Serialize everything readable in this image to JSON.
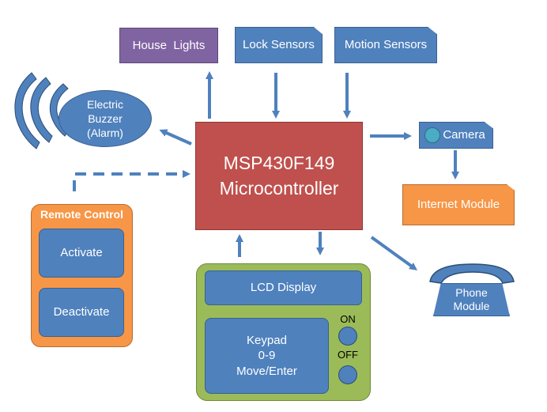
{
  "nodes": {
    "house_lights": "House  Lights",
    "lock_sensors": "Lock Sensors",
    "motion_sensors": "Motion Sensors",
    "buzzer": "Electric\nBuzzer\n(Alarm)",
    "mcu_line1": "MSP430F149",
    "mcu_line2": "Microcontroller",
    "camera": "Camera",
    "internet_module": "Internet Module",
    "remote_control": "Remote Control",
    "activate": "Activate",
    "deactivate": "Deactivate",
    "lcd_display": "LCD Display",
    "keypad": "Keypad\n0-9\nMove/Enter",
    "on": "ON",
    "off": "OFF",
    "phone_module": "Phone\nModule"
  },
  "colors": {
    "blue": "#4f81bd",
    "purple": "#8064a2",
    "red": "#c0504d",
    "orange": "#f79646",
    "green": "#9bbb59"
  }
}
